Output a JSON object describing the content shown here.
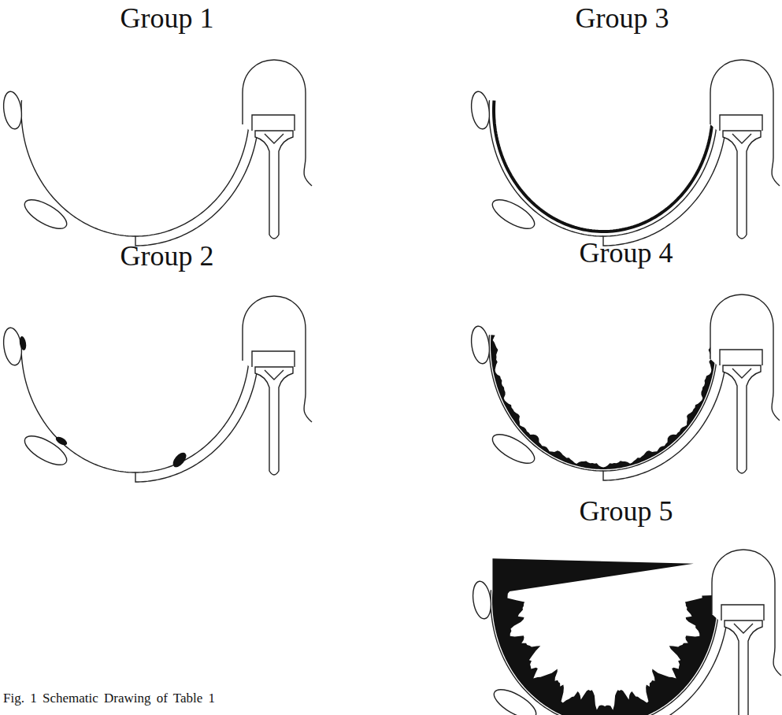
{
  "diagram": {
    "caption": "Fig. 1 Schematic Drawing of Table 1",
    "labels": [
      "Group 1",
      "Group 3",
      "Group 2",
      "Group 4",
      "Group 5"
    ]
  }
}
